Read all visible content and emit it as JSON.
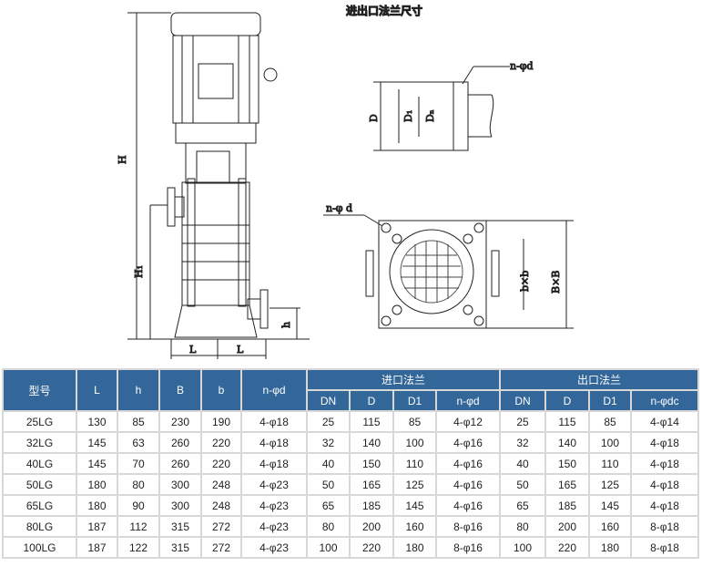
{
  "drawing": {
    "title": "进出口法兰尺寸",
    "labels": {
      "H": "H",
      "H1": "H₁",
      "h": "h",
      "L_left": "L",
      "L_right": "L",
      "D": "D",
      "D1": "D₁",
      "DN": "Dₙ",
      "nd_top": "n-φd",
      "nd_bottom": "n-φ d",
      "bb": "b×b",
      "BB": "B×B"
    }
  },
  "table": {
    "headers": {
      "model": "型号",
      "L": "L",
      "h": "h",
      "B": "B",
      "b": "b",
      "nd": "n-φd",
      "inlet": "进口法兰",
      "outlet": "出口法兰"
    },
    "subheaders": {
      "inlet": [
        "DN",
        "D",
        "D1",
        "n-φd"
      ],
      "outlet": [
        "DN",
        "D",
        "D1",
        "n-φdc"
      ]
    },
    "rows": [
      [
        "25LG",
        "130",
        "85",
        "230",
        "190",
        "4-φ18",
        "25",
        "115",
        "85",
        "4-φ12",
        "25",
        "115",
        "85",
        "4-φ14"
      ],
      [
        "32LG",
        "145",
        "63",
        "260",
        "220",
        "4-φ18",
        "32",
        "140",
        "100",
        "4-φ16",
        "32",
        "140",
        "100",
        "4-φ18"
      ],
      [
        "40LG",
        "145",
        "70",
        "260",
        "220",
        "4-φ18",
        "40",
        "150",
        "110",
        "4-φ16",
        "40",
        "150",
        "110",
        "4-φ18"
      ],
      [
        "50LG",
        "180",
        "80",
        "300",
        "248",
        "4-φ23",
        "50",
        "165",
        "125",
        "4-φ16",
        "50",
        "165",
        "125",
        "4-φ18"
      ],
      [
        "65LG",
        "180",
        "90",
        "300",
        "248",
        "4-φ23",
        "65",
        "185",
        "145",
        "4-φ16",
        "65",
        "185",
        "145",
        "4-φ18"
      ],
      [
        "80LG",
        "187",
        "112",
        "315",
        "272",
        "4-φ23",
        "80",
        "200",
        "160",
        "8-φ16",
        "80",
        "200",
        "160",
        "8-φ18"
      ],
      [
        "100LG",
        "187",
        "122",
        "315",
        "272",
        "4-φ23",
        "100",
        "220",
        "180",
        "8-φ16",
        "100",
        "220",
        "180",
        "8-φ18"
      ]
    ]
  }
}
